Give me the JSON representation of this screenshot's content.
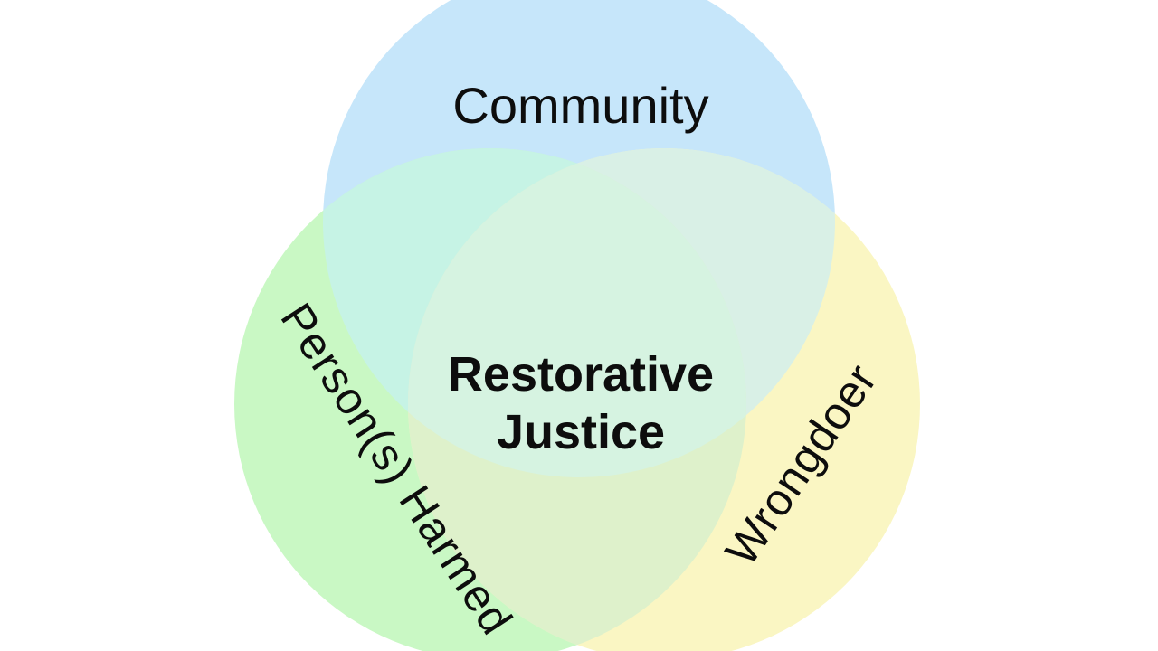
{
  "diagram": {
    "type": "venn-diagram",
    "background": "#ffffff",
    "text_color": "#0d0d0d",
    "sets": [
      {
        "id": "community",
        "label": "Community"
      },
      {
        "id": "persons-harmed",
        "label": "Person(s) Harmed"
      },
      {
        "id": "wrongdoer",
        "label": "Wrongdoer"
      }
    ],
    "center_label": "Restorative\nJustice",
    "colors": {
      "community": "#c6e6fa",
      "persons_harmed": "#c9f8c4",
      "wrongdoer": "#faf6c3",
      "community_persons_harmed": "#c6f3e5",
      "community_wrongdoer": "#d9f0e6",
      "persons_harmed_wrongdoer": "#def1cb",
      "center": "#d6f3e1"
    }
  }
}
